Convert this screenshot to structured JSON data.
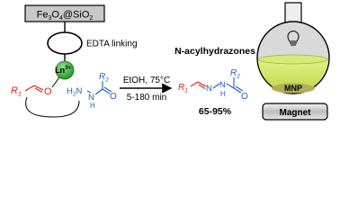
{
  "support": {
    "prefix": "Fe",
    "sub1": "3",
    "mid": "O",
    "sub2": "4",
    "at": "@SiO",
    "sub3": "2"
  },
  "linker": {
    "label": "EDTA linking"
  },
  "catalyst": {
    "label": "Ln",
    "charge": "3+"
  },
  "aldehyde": {
    "r": "R",
    "sub": "1",
    "o": "O"
  },
  "hydrazide": {
    "h2n": "H",
    "sub": "2",
    "n": "N",
    "nh": "H",
    "nh_n": "N",
    "o": "O",
    "r": "R",
    "r_sub": "2"
  },
  "conditions": {
    "top": "EtOH, 75°C",
    "bottom": "5-180 min"
  },
  "product": {
    "title": "N-acylhydrazones",
    "r1": "R",
    "r1_sub": "1",
    "n": "N",
    "h": "H",
    "r2": "R",
    "r2_sub": "2",
    "o": "O",
    "yield": "65-95%"
  },
  "flask": {
    "mnp_label": "MNP"
  },
  "magnet": {
    "label": "Magnet"
  },
  "colors": {
    "box_fill": "#c8c8c8",
    "ring": "#000000",
    "ln_fill": "#3fb83f",
    "red": "#e2231a",
    "blue": "#1f5fc0",
    "olive": "#8a8a1e",
    "flask_top": "#d9d9d9",
    "flask_liquid": "#c7de5a",
    "magnet_fill": "#cfcfcf"
  }
}
